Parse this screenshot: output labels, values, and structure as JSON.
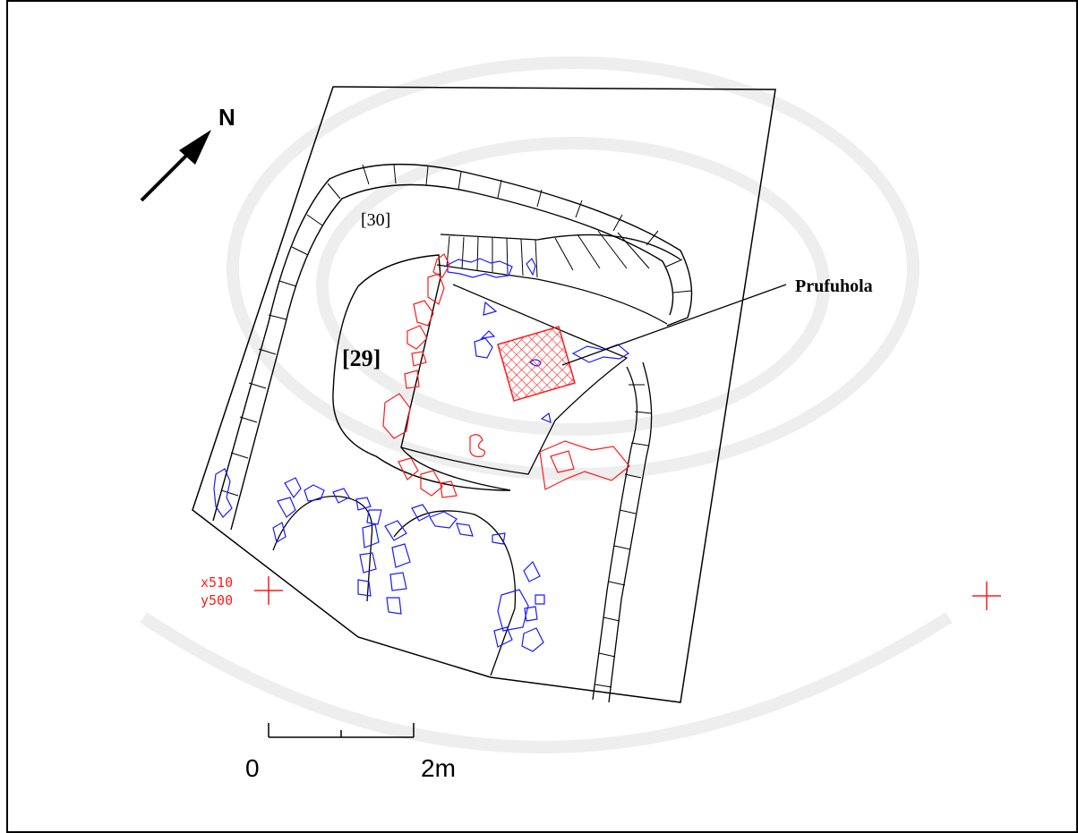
{
  "colors": {
    "outline": "#000000",
    "stone_blue": "#1a1aff",
    "feature_red": "#ff1a1a",
    "watermark": "#f0f0f0"
  },
  "icons": {
    "north_arrow": "north-arrow-icon",
    "grid_marker": "crosshair-icon"
  },
  "north_label": "N",
  "labels": {
    "context_30": "[30]",
    "context_29": "[29]",
    "test_pit": "Prufuhola"
  },
  "grid_marker": {
    "x": "x510",
    "y": "y500"
  },
  "scale_bar": {
    "start": "0",
    "end": "2m"
  }
}
